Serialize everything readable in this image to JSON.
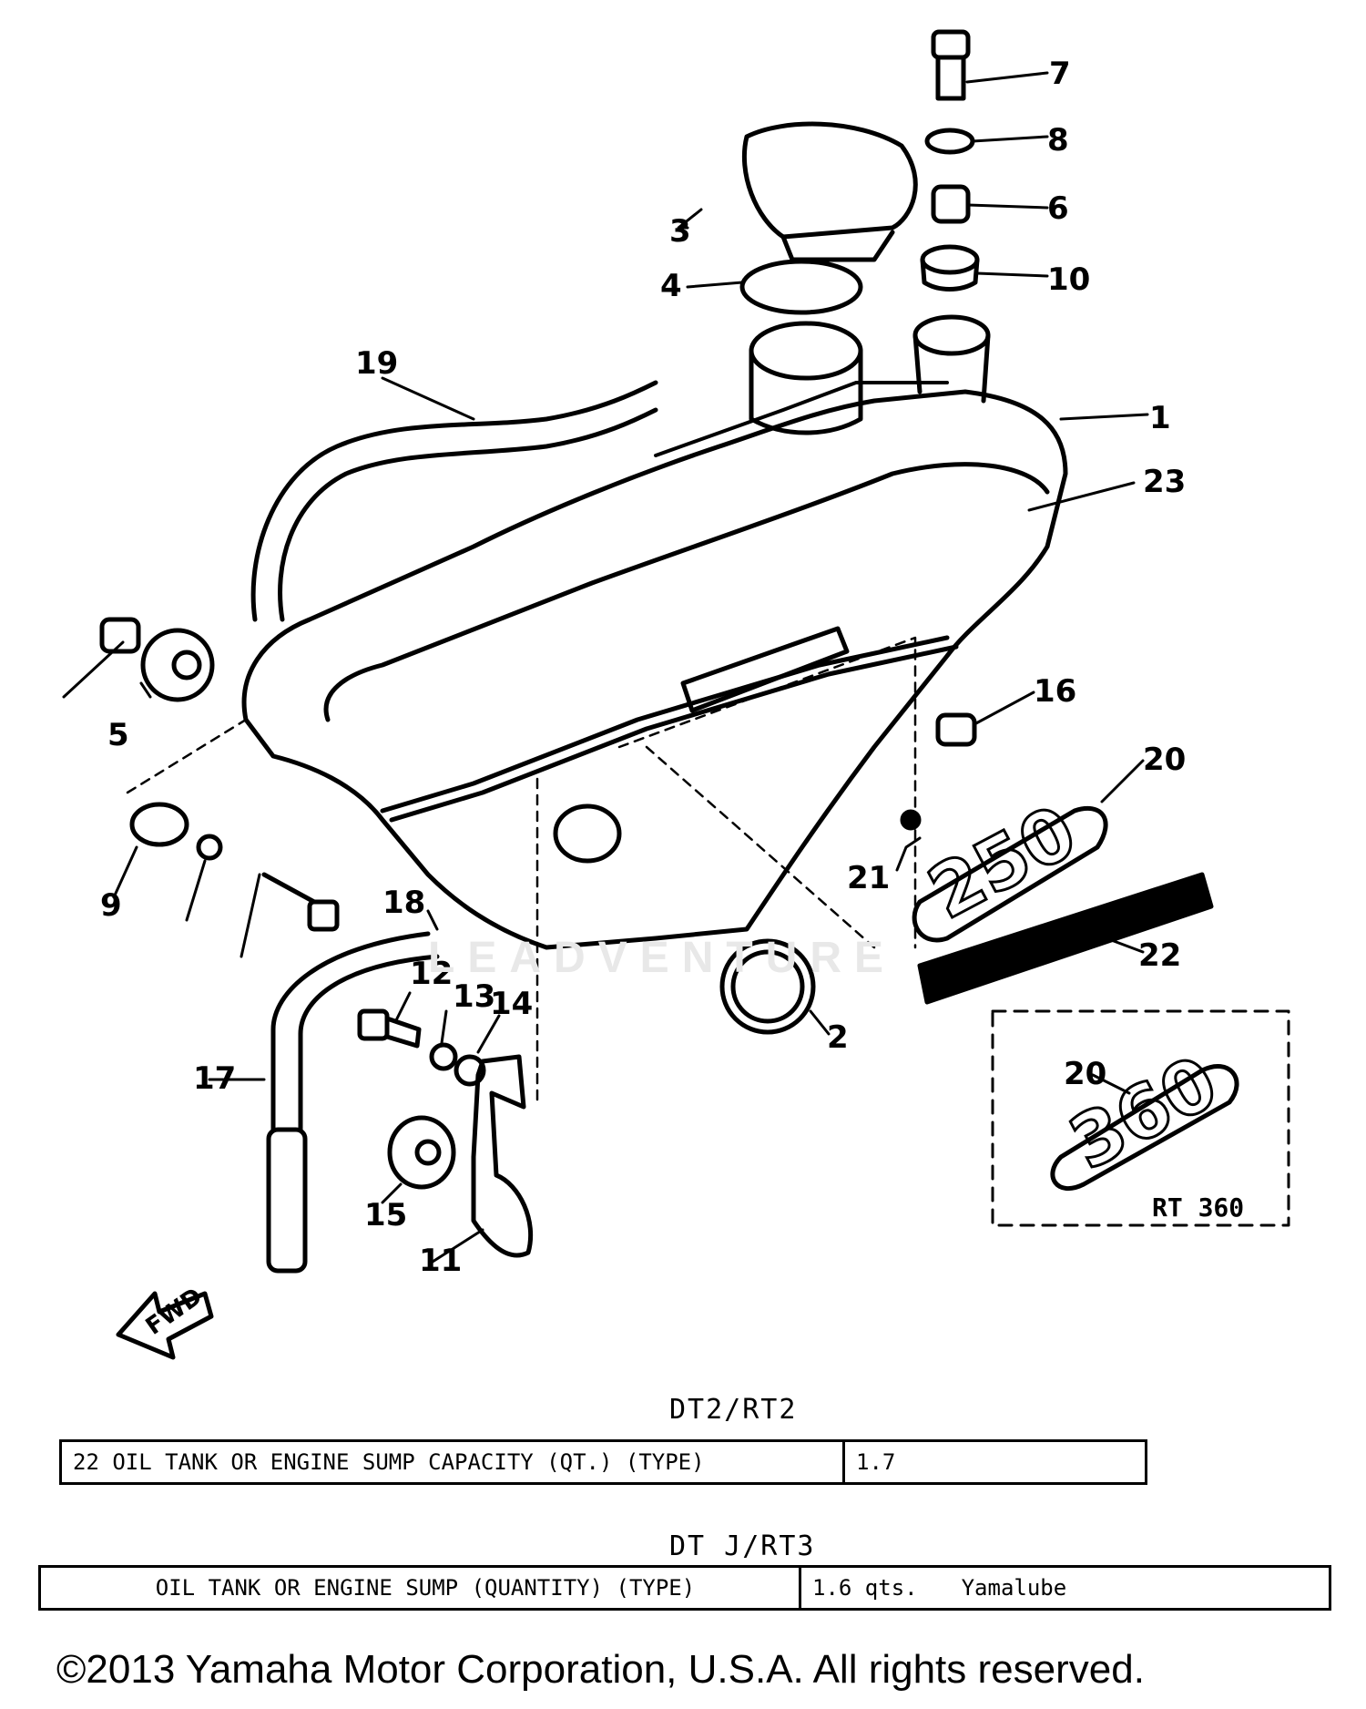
{
  "diagram": {
    "callouts": [
      "1",
      "2",
      "3",
      "4",
      "5",
      "6",
      "7",
      "8",
      "9",
      "10",
      "11",
      "12",
      "13",
      "14",
      "15",
      "16",
      "17",
      "18",
      "19",
      "20",
      "21",
      "22",
      "23"
    ],
    "badges": {
      "badge_250": "250",
      "badge_360": "360",
      "inset_label": "RT 360",
      "direction_label": "FWD"
    }
  },
  "specs": [
    {
      "heading": "DT2/RT2",
      "label": "22  OIL TANK OR ENGINE SUMP CAPACITY (QT.) (TYPE)",
      "value": "1.7",
      "type": ""
    },
    {
      "heading": "DT J/RT3",
      "label": "OIL TANK OR ENGINE SUMP (QUANTITY) (TYPE)",
      "value": "1.6 qts.",
      "type": "Yamalube"
    }
  ],
  "footer": {
    "copyright": "©2013 Yamaha Motor Corporation, U.S.A. All rights reserved.",
    "watermark": "LEADVENTURE"
  }
}
